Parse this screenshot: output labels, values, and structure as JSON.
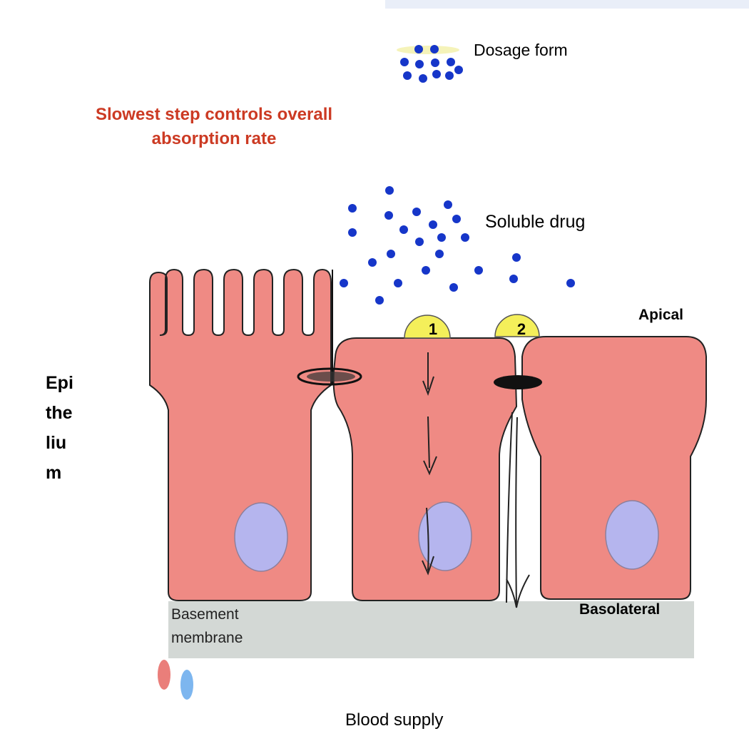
{
  "labels": {
    "dosage_form": "Dosage form",
    "note_line1": "Slowest step controls overall",
    "note_line2": "absorption rate",
    "soluble_drug": "Soluble drug",
    "apical": "Apical",
    "basolateral": "Basolateral",
    "basement_line1": "Basement",
    "basement_line2": "membrane",
    "blood_supply": "Blood supply",
    "epithelium": [
      "Epi",
      "the",
      "liu",
      "m"
    ]
  },
  "routes": [
    {
      "number": "1"
    },
    {
      "number": "2"
    }
  ],
  "colors": {
    "cell": "#ef8a84",
    "cell_outline": "#222222",
    "nucleus": "#b5b5ee",
    "nucleus_outline": "#8c7f9c",
    "membrane": "#d3d8d5",
    "drug_particle": "#1636c9",
    "route_marker": "#f4ef5a",
    "note_text": "#cc3a23",
    "red_blood_cell": "#ea7e7a",
    "blue_blood_cell": "#7db6ef"
  }
}
